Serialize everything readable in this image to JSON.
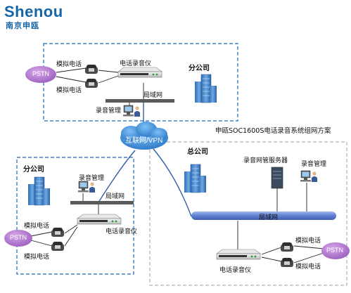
{
  "brand": {
    "name_en": "Shenou",
    "name_zh": "南京申瓯"
  },
  "colors": {
    "brand_blue": "#1565a8",
    "dashed_box": "#3d7fc6",
    "dashed_box_gray": "#b0b0b0",
    "lan_bus": "#6f8fd6",
    "cloud": "#3d8fd8",
    "wan_line": "#2f5fa8"
  },
  "diagram": {
    "caption": "申瓯SOC1600S电话录音系统组网方案",
    "internet": "互联网/VPN",
    "top_branch": {
      "title": "分公司",
      "pstn": "PSTN",
      "phone_1": "模拟电话",
      "phone_2": "模拟电话",
      "recorder": "电话录音仪",
      "lan": "局域网",
      "management": "录音管理"
    },
    "left_branch": {
      "title": "分公司",
      "pstn": "PSTN",
      "phone_1": "模拟电话",
      "phone_2": "模拟电话",
      "recorder": "电话录音仪",
      "lan": "局域网",
      "management": "录音管理"
    },
    "headquarters": {
      "title": "总公司",
      "server": "录音网管服务器",
      "management": "录音管理",
      "lan": "局域网",
      "recorder": "电话录音仪",
      "pstn": "PSTN",
      "phone_1": "模拟电话",
      "phone_2": "模拟电话"
    }
  }
}
